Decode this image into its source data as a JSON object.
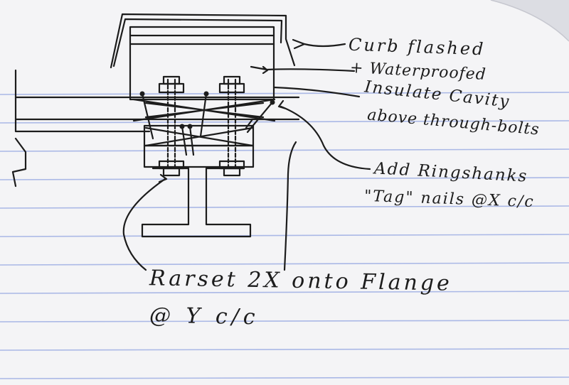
{
  "notes": {
    "curb_line1": "Curb flashed",
    "curb_line2": "+ Waterproofed",
    "insulate_line1": "Insulate Cavity",
    "insulate_line2": "above through-bolts",
    "add_line1": "Add Ringshanks",
    "add_line2": "\"Tag\" nails @X c/c",
    "rasset_line1": "Rarset 2X onto Flange",
    "rasset_line2": "@ Y c/c"
  },
  "colors": {
    "paper": "#f4f4f6",
    "rule_line": "#aab8e6",
    "ink": "#1c1c1c"
  }
}
